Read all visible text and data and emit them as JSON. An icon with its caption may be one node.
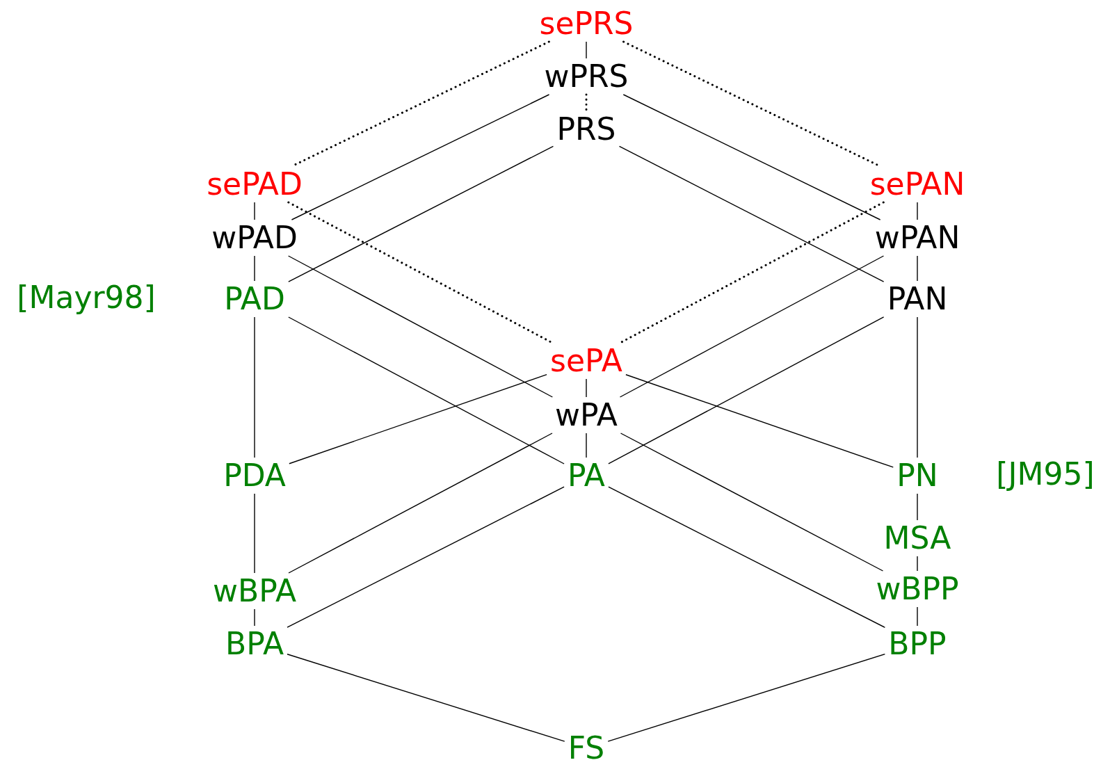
{
  "diagram": {
    "nodes": [
      {
        "text": [
          "sePRS"
        ]
      },
      {
        "text": [
          "wPRS"
        ]
      },
      {
        "text": [
          "PRS"
        ]
      },
      {
        "text": [
          "sePAD"
        ]
      },
      {
        "text": [
          "sePAN"
        ]
      },
      {
        "text": [
          "wPAD"
        ]
      },
      {
        "text": [
          "wPAN"
        ]
      },
      {
        "text": [
          "PAD"
        ]
      },
      {
        "text": [
          "PAN"
        ]
      },
      {
        "text": [
          "sePA"
        ]
      },
      {
        "text": [
          "wPA"
        ]
      },
      {
        "text": [
          "PDA"
        ]
      },
      {
        "text": [
          "PA"
        ]
      },
      {
        "text": [
          "PN"
        ]
      },
      {
        "text": [
          "MSA"
        ]
      },
      {
        "text": [
          "wBPA"
        ]
      },
      {
        "text": [
          "wBPP"
        ]
      },
      {
        "text": [
          "BPA"
        ]
      },
      {
        "text": [
          "BPP"
        ]
      },
      {
        "text": [
          "FS"
        ]
      }
    ],
    "edges": [
      {
        "from": 0,
        "to": 1,
        "arrow": "none"
      },
      {
        "from": 1,
        "to": 2,
        "arrow": "none",
        "style": "dashed"
      },
      {
        "from": 0,
        "to": 3,
        "arrow": "none",
        "style": "dashed"
      },
      {
        "from": 0,
        "to": 4,
        "arrow": "none",
        "style": "dashed"
      },
      {
        "from": 1,
        "to": 5,
        "arrow": "none"
      },
      {
        "from": 1,
        "to": 6,
        "arrow": "none"
      },
      {
        "from": 2,
        "to": 7,
        "arrow": "none"
      },
      {
        "from": 2,
        "to": 8,
        "arrow": "none"
      },
      {
        "from": 3,
        "to": 5,
        "arrow": "none"
      },
      {
        "from": 5,
        "to": 7,
        "arrow": "none"
      },
      {
        "from": 4,
        "to": 6,
        "arrow": "none"
      },
      {
        "from": 6,
        "to": 8,
        "arrow": "none"
      },
      {
        "from": 3,
        "to": 9,
        "arrow": "none",
        "style": "dashed"
      },
      {
        "from": 4,
        "to": 9,
        "arrow": "none",
        "style": "dashed"
      },
      {
        "from": 5,
        "to": 10,
        "arrow": "none"
      },
      {
        "from": 6,
        "to": 10,
        "arrow": "none"
      },
      {
        "from": 7,
        "to": 12,
        "arrow": "none"
      },
      {
        "from": 8,
        "to": 12,
        "arrow": "none"
      },
      {
        "from": 7,
        "to": 11,
        "arrow": "none"
      },
      {
        "from": 8,
        "to": 13,
        "arrow": "none"
      },
      {
        "from": 9,
        "to": 10,
        "arrow": "none"
      },
      {
        "from": 10,
        "to": 12,
        "arrow": "none"
      },
      {
        "from": 9,
        "to": 11,
        "arrow": "none"
      },
      {
        "from": 9,
        "to": 13,
        "arrow": "none"
      },
      {
        "from": 11,
        "to": 15,
        "arrow": "none"
      },
      {
        "from": 10,
        "to": 15,
        "arrow": "none"
      },
      {
        "from": 10,
        "to": 16,
        "arrow": "none"
      },
      {
        "from": 13,
        "to": 14,
        "arrow": "none"
      },
      {
        "from": 14,
        "to": 16,
        "arrow": "none"
      },
      {
        "from": 15,
        "to": 17,
        "arrow": "none"
      },
      {
        "from": 16,
        "to": 18,
        "arrow": "none"
      },
      {
        "from": 12,
        "to": 17,
        "arrow": "none"
      },
      {
        "from": 12,
        "to": 18,
        "arrow": "none"
      },
      {
        "from": 17,
        "to": 19,
        "arrow": "none"
      },
      {
        "from": 18,
        "to": 19,
        "arrow": "none"
      }
    ],
    "labels": [
      "[Mayr98]",
      "[JM95]"
    ]
  }
}
